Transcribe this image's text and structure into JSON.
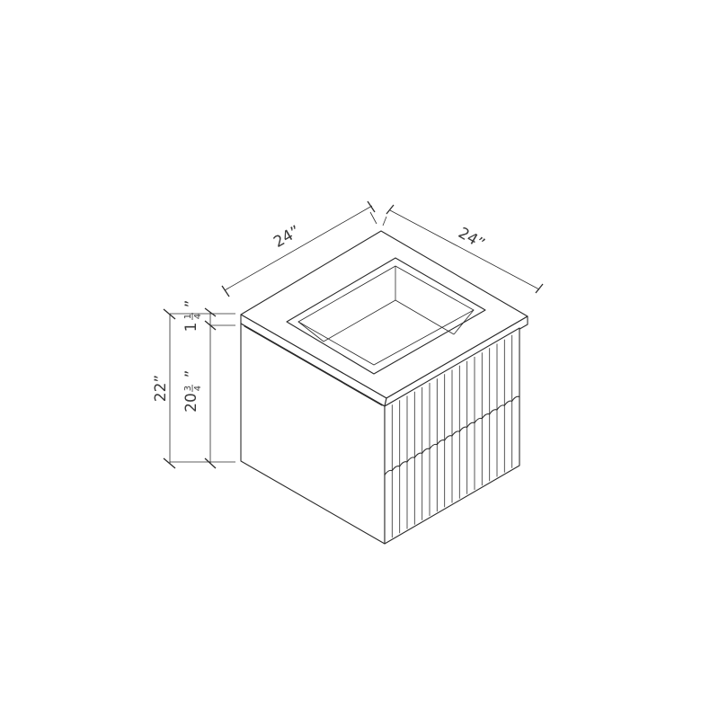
{
  "dimensions": {
    "width_top": "24”",
    "depth_top": "24”",
    "overall_height": "22”",
    "top_thickness": {
      "whole": "1",
      "numerator": "1",
      "denominator": "4",
      "inch_mark": "”"
    },
    "cabinet_height": {
      "whole": "20",
      "numerator": "3",
      "denominator": "4",
      "inch_mark": "”"
    }
  },
  "cabinet": {
    "drawer_count": 2,
    "flute_count": 18
  }
}
